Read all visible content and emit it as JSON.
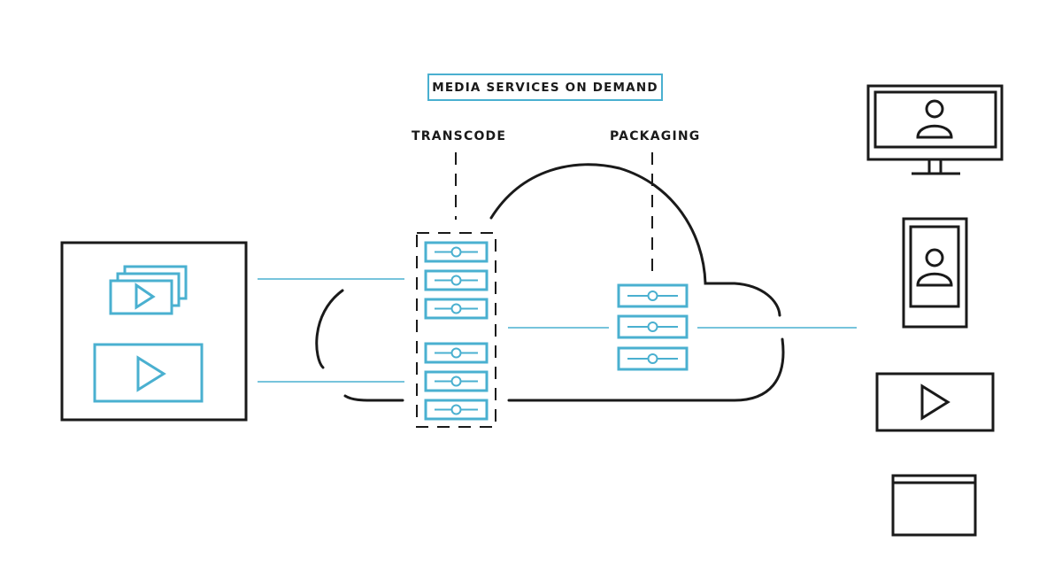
{
  "diagram": {
    "title": "MEDIA SERVICES ON DEMAND",
    "labels": {
      "transcode": "TRANSCODE",
      "packaging": "PACKAGING"
    }
  },
  "colors": {
    "accent": "#4ab0d0",
    "stroke": "#1a1a1a"
  },
  "icons": {
    "source": [
      "video-stack-icon",
      "video-play-icon"
    ],
    "transcode": "server-rack-icon",
    "packaging": "server-rack-icon",
    "outputs": [
      "desktop-monitor-icon",
      "mobile-phone-icon",
      "video-player-icon",
      "browser-window-icon"
    ]
  }
}
